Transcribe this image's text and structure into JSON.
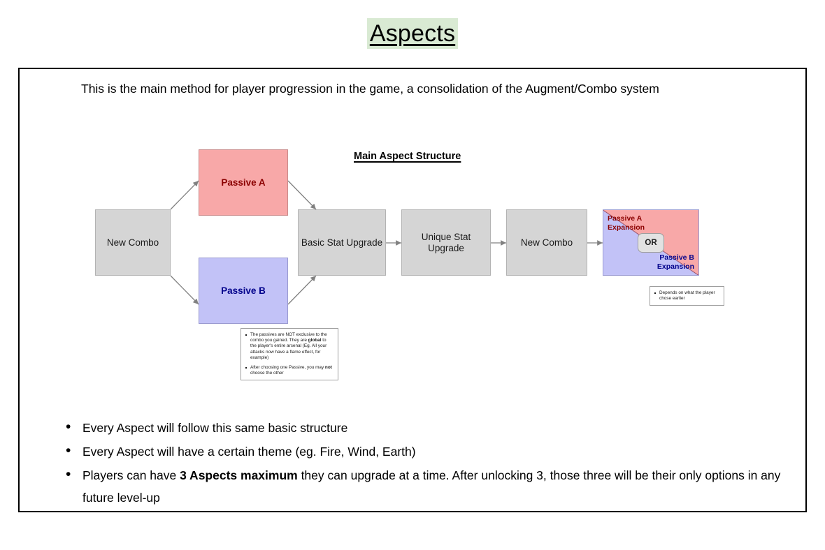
{
  "title": "Aspects",
  "intro": "This is the main method for player progression in the game, a consolidation of the Augment/Combo system",
  "diagram": {
    "title": "Main Aspect Structure",
    "nodes": {
      "new_combo_1": "New Combo",
      "passive_a": "Passive A",
      "passive_b": "Passive B",
      "basic_stat": "Basic Stat Upgrade",
      "unique_stat": "Unique Stat Upgrade",
      "new_combo_2": "New Combo",
      "split_a": "Passive A\nExpansion",
      "split_a_line1": "Passive A",
      "split_a_line2": "Expansion",
      "split_b_line1": "Passive B",
      "split_b_line2": "Expansion",
      "or_label": "OR"
    },
    "notes": {
      "passives": {
        "item1_part1": "The passives are NOT exclusive to the combo you gained. They are ",
        "item1_bold": "global",
        "item1_part2": " to the player's entire arsenal (Eg. All your attacks now have a flame effect, for example)",
        "item2_part1": "After choosing one Passive, you may ",
        "item2_bold": "not",
        "item2_part2": " choose the other"
      },
      "depends": {
        "item1": "Depends on what the player chose earlier"
      }
    },
    "colors": {
      "gray_fill": "#d5d5d5",
      "pink_fill": "#f8a8a8",
      "lavender_fill": "#c2c2f7",
      "passive_a_text": "#8b0000",
      "passive_b_text": "#00008b",
      "arrow": "#808080"
    }
  },
  "bullets": [
    {
      "prefix": "Every Aspect will follow this same basic structure",
      "bold": "",
      "suffix": ""
    },
    {
      "prefix": "Every Aspect will have a certain theme (eg. Fire, Wind, Earth)",
      "bold": "",
      "suffix": ""
    },
    {
      "prefix": "Players can have ",
      "bold": "3 Aspects maximum",
      "suffix": " they can upgrade at a time. After unlocking 3, those three will be their only options in any future level-up"
    }
  ],
  "title_highlight_color": "#d9ead3"
}
